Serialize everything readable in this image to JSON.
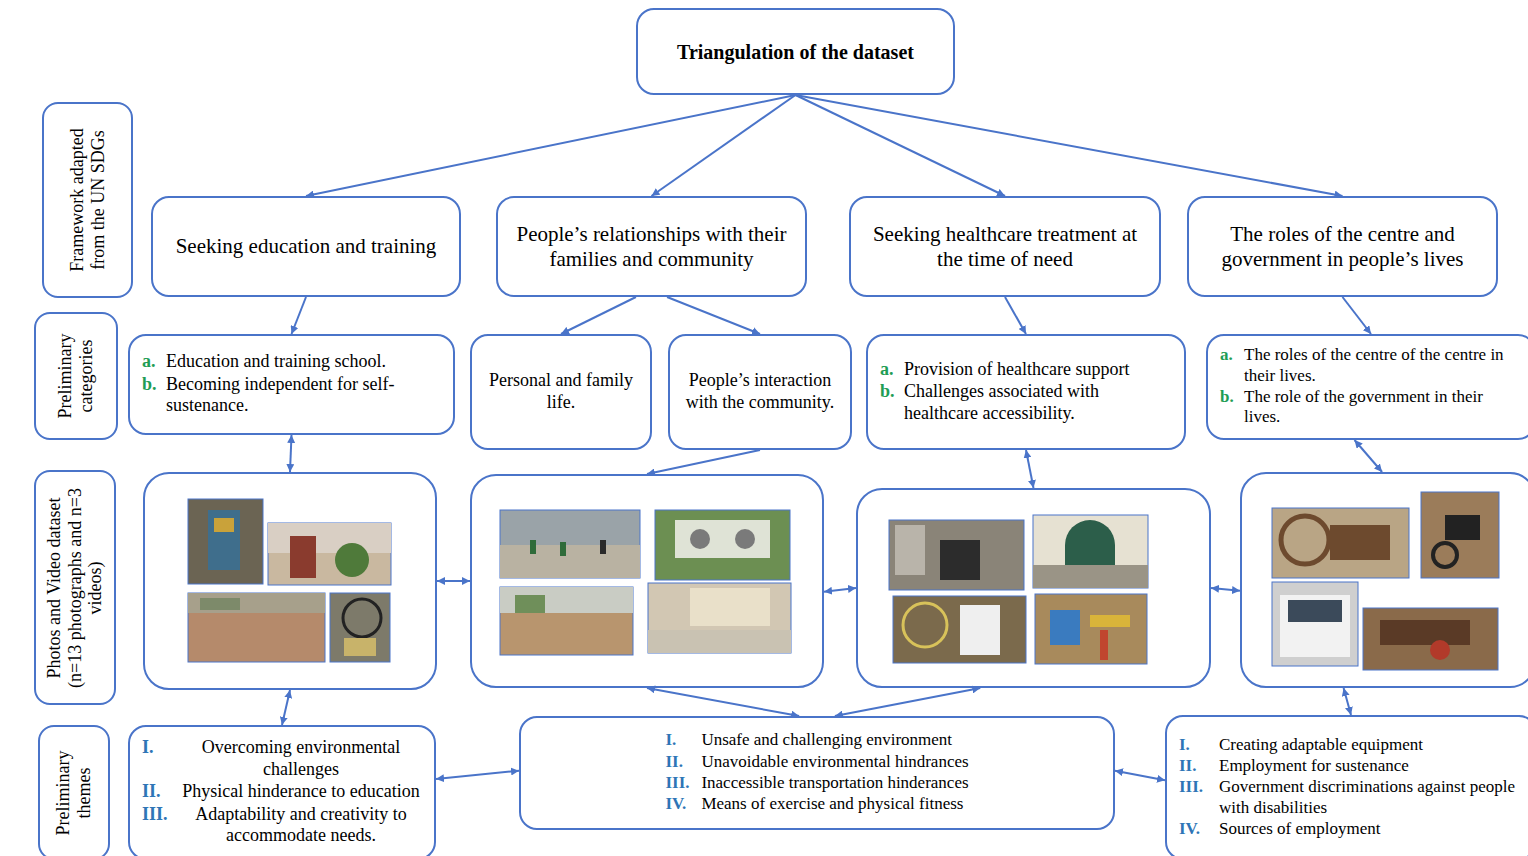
{
  "diagram": {
    "nodes": [
      {
        "text": [
          "Triangulation of the dataset"
        ]
      },
      {
        "text": [
          "Framework adapted from the UN SDGs"
        ]
      },
      {
        "text": [
          "Seeking education and training"
        ]
      },
      {
        "text": [
          "People’s relationships with their families and community"
        ]
      },
      {
        "text": [
          "Seeking healthcare treatment at the time of need"
        ]
      },
      {
        "text": [
          "The roles of the centre and government in people’s lives"
        ]
      },
      {
        "text": [
          "Preliminary categories"
        ]
      },
      {
        "text": [
          "a.",
          "Education and training school.",
          "b.",
          "Becoming independent for self-sustenance."
        ]
      },
      {
        "text": [
          "Personal and family life."
        ]
      },
      {
        "text": [
          "People’s interaction with the community."
        ]
      },
      {
        "text": [
          "a.",
          "Provision of healthcare support",
          "b.",
          "Challenges associated with healthcare accessibility."
        ]
      },
      {
        "text": [
          "a.",
          "The roles of the centre of the centre in their lives.",
          "b.",
          "The role of the government in their lives."
        ]
      },
      {
        "text": [
          "Photos and Video dataset (n=13 photographs and n=3 videos)"
        ]
      },
      {
        "text": []
      },
      {
        "text": []
      },
      {
        "text": []
      },
      {
        "text": []
      },
      {
        "text": [
          "Preliminary themes"
        ]
      },
      {
        "text": [
          "I.",
          "Overcoming environmental challenges",
          "II.",
          "Physical hinderance to education",
          "III.",
          "Adaptability and creativity to accommodate needs."
        ]
      },
      {
        "text": [
          "I.",
          "Unsafe and challenging environment",
          "II.",
          "Unavoidable environmental hindrances",
          "III.",
          "Inaccessible transportation hinderances",
          "IV.",
          "Means of exercise and physical fitness"
        ]
      },
      {
        "text": [
          "I.",
          "Creating adaptable equipment",
          "II.",
          "Employment for sustenance",
          "III.",
          "Government discriminations against people with disabilities",
          "IV.",
          "Sources of employment"
        ]
      }
    ],
    "edges": [
      {
        "from": 0,
        "to": 2,
        "arrow": "to"
      },
      {
        "from": 0,
        "to": 3,
        "arrow": "to"
      },
      {
        "from": 0,
        "to": 4,
        "arrow": "to"
      },
      {
        "from": 0,
        "to": 5,
        "arrow": "to"
      },
      {
        "from": 2,
        "to": 7,
        "arrow": "to"
      },
      {
        "from": 3,
        "to": 8,
        "arrow": "to"
      },
      {
        "from": 3,
        "to": 9,
        "arrow": "to"
      },
      {
        "from": 4,
        "to": 10,
        "arrow": "to"
      },
      {
        "from": 5,
        "to": 11,
        "arrow": "to"
      },
      {
        "from": 7,
        "to": 13,
        "arrow": "both"
      },
      {
        "from": 9,
        "to": 14,
        "arrow": "to"
      },
      {
        "from": 10,
        "to": 15,
        "arrow": "both"
      },
      {
        "from": 11,
        "to": 16,
        "arrow": "both"
      },
      {
        "from": 13,
        "to": 14,
        "arrow": "both"
      },
      {
        "from": 14,
        "to": 15,
        "arrow": "both"
      },
      {
        "from": 15,
        "to": 16,
        "arrow": "both"
      },
      {
        "from": 13,
        "to": 18,
        "arrow": "both"
      },
      {
        "from": 14,
        "to": 19,
        "arrow": "both"
      },
      {
        "from": 15,
        "to": 19,
        "arrow": "both"
      },
      {
        "from": 16,
        "to": 20,
        "arrow": "both"
      },
      {
        "from": 18,
        "to": 19,
        "arrow": "both"
      },
      {
        "from": 19,
        "to": 20,
        "arrow": "both"
      }
    ]
  }
}
